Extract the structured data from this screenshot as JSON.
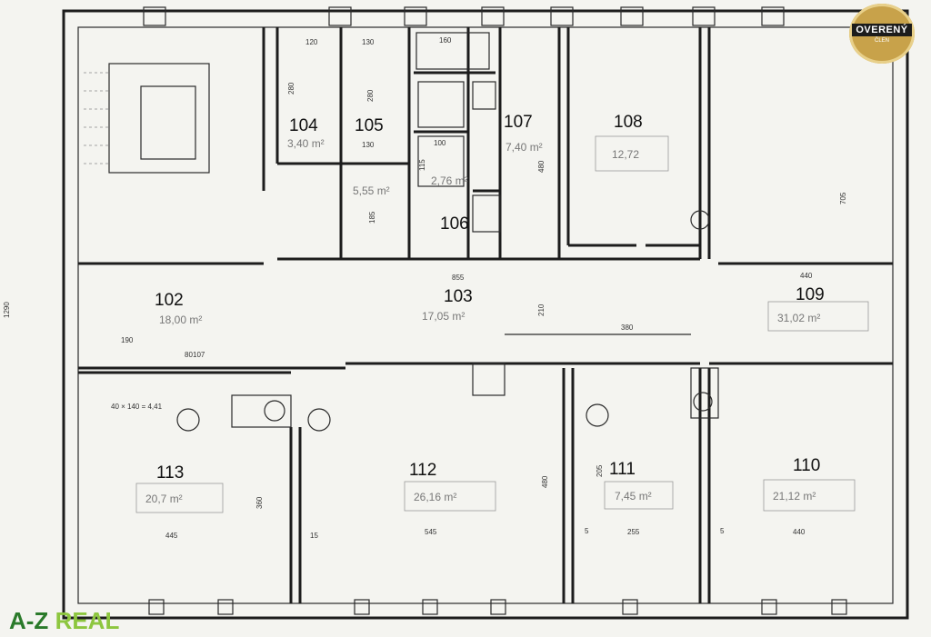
{
  "rooms": [
    {
      "id": "102",
      "number": "102",
      "area": "18,00 m²"
    },
    {
      "id": "103",
      "number": "103",
      "area": "17,05 m²"
    },
    {
      "id": "104",
      "number": "104",
      "area": "3,40 m²"
    },
    {
      "id": "105",
      "number": "105",
      "area": "5,55 m²"
    },
    {
      "id": "106",
      "number": "106",
      "area": "2,76 m²"
    },
    {
      "id": "107",
      "number": "107",
      "area": "7,40 m²"
    },
    {
      "id": "108",
      "number": "108",
      "area": "12,72"
    },
    {
      "id": "109",
      "number": "109",
      "area": "31,02 m²"
    },
    {
      "id": "110",
      "number": "110",
      "area": "21,12 m²"
    },
    {
      "id": "111",
      "number": "111",
      "area": "7,45 m²"
    },
    {
      "id": "112",
      "number": "112",
      "area": "26,16 m²"
    },
    {
      "id": "113",
      "number": "113",
      "area": "20,7 m²"
    }
  ],
  "dimensions": {
    "d1290": "1290",
    "d855": "855",
    "d705": "705",
    "d440": "440",
    "d210": "210",
    "d380": "380",
    "d190": "190",
    "d120": "120",
    "d130a": "130",
    "d130b": "130",
    "d160": "160",
    "d280a": "280",
    "d280b": "280",
    "d185": "185",
    "d100": "100",
    "d115": "115",
    "d480a": "480",
    "d480b": "480",
    "d445": "445",
    "d545": "545",
    "d255": "255",
    "d440b": "440",
    "d360": "360",
    "d15": "15",
    "d80": "80",
    "d107": "107",
    "d205": "205",
    "d5a": "5",
    "d5b": "5",
    "window_note": "40 × 140 = 4,41"
  },
  "badge": {
    "title": "OVERENÝ",
    "subtitle": "ČLEN"
  },
  "logo": {
    "part1": "A-Z",
    "part2": "REAL"
  },
  "colors": {
    "badge_gold": "#c8a24a",
    "logo_dark_green": "#2a7a2a",
    "logo_light_green": "#8dc63f"
  }
}
